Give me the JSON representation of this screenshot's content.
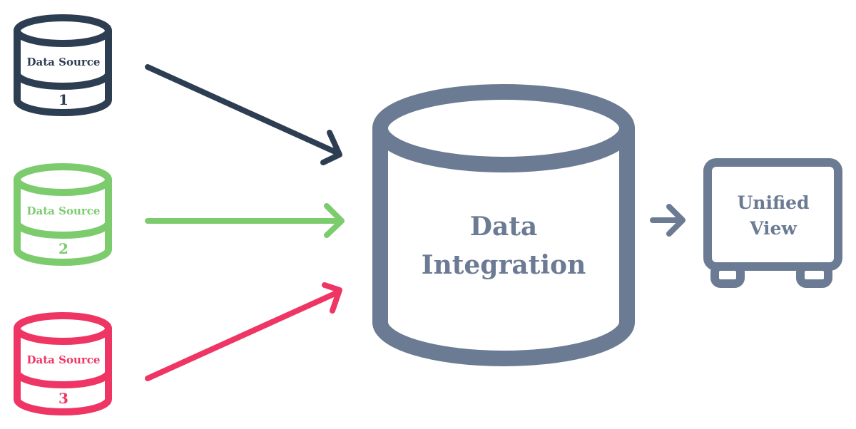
{
  "colors": {
    "source_1": "#2e3e52",
    "source_2": "#7ccc6e",
    "source_3": "#ef3563",
    "hub": "#6b7b93",
    "background": "#ffffff"
  },
  "sources": [
    {
      "label": "Data Source",
      "number": "1",
      "color": "#2e3e52"
    },
    {
      "label": "Data Source",
      "number": "2",
      "color": "#7ccc6e"
    },
    {
      "label": "Data Source",
      "number": "3",
      "color": "#ef3563"
    }
  ],
  "hub": {
    "line1": "Data",
    "line2": "Integration",
    "color": "#6b7b93"
  },
  "view": {
    "line1": "Unified",
    "line2": "View",
    "color": "#6b7b93"
  },
  "icons": {
    "source": "database-cylinder-icon",
    "hub": "database-cylinder-icon",
    "view": "monitor-icon",
    "connector": "arrow-right-icon"
  }
}
